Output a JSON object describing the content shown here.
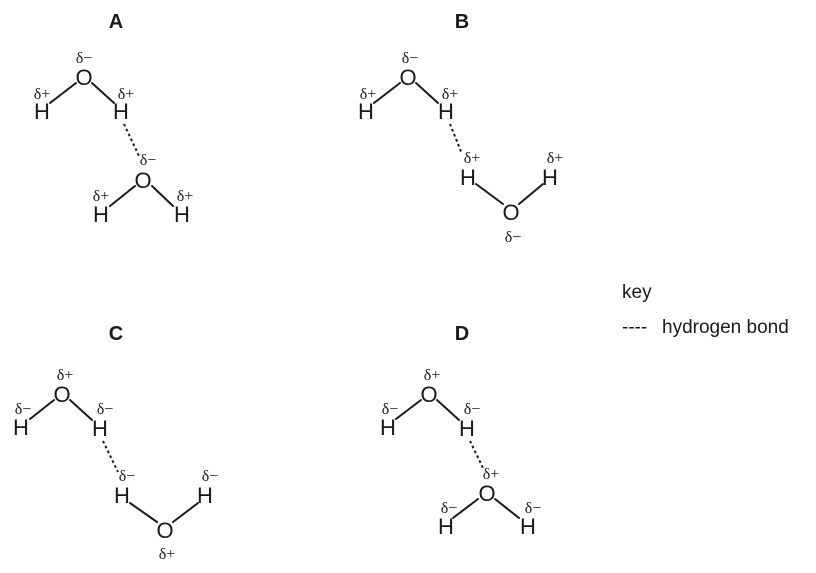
{
  "options": [
    {
      "label": "A",
      "molecules": [
        {
          "O": "O",
          "O_charge": "δ−",
          "H1": "H",
          "H1_charge": "δ+",
          "H2": "H",
          "H2_charge": "δ+"
        },
        {
          "O": "O",
          "O_charge": "δ−",
          "H1": "H",
          "H1_charge": "δ+",
          "H2": "H",
          "H2_charge": "δ+"
        }
      ]
    },
    {
      "label": "B",
      "molecules": [
        {
          "O": "O",
          "O_charge": "δ−",
          "H1": "H",
          "H1_charge": "δ+",
          "H2": "H",
          "H2_charge": "δ+"
        },
        {
          "O": "O",
          "O_charge": "δ−",
          "H1": "H",
          "H1_charge": "δ+",
          "H2": "H",
          "H2_charge": "δ+"
        }
      ]
    },
    {
      "label": "C",
      "molecules": [
        {
          "O": "O",
          "O_charge": "δ+",
          "H1": "H",
          "H1_charge": "δ−",
          "H2": "H",
          "H2_charge": "δ−"
        },
        {
          "O": "O",
          "O_charge": "δ+",
          "H1": "H",
          "H1_charge": "δ−",
          "H2": "H",
          "H2_charge": "δ−"
        }
      ]
    },
    {
      "label": "D",
      "molecules": [
        {
          "O": "O",
          "O_charge": "δ+",
          "H1": "H",
          "H1_charge": "δ−",
          "H2": "H",
          "H2_charge": "δ−"
        },
        {
          "O": "O",
          "O_charge": "δ+",
          "H1": "H",
          "H1_charge": "δ−",
          "H2": "H",
          "H2_charge": "δ−"
        }
      ]
    }
  ],
  "key": {
    "title": "key",
    "symbol": "----",
    "item": "hydrogen bond"
  }
}
